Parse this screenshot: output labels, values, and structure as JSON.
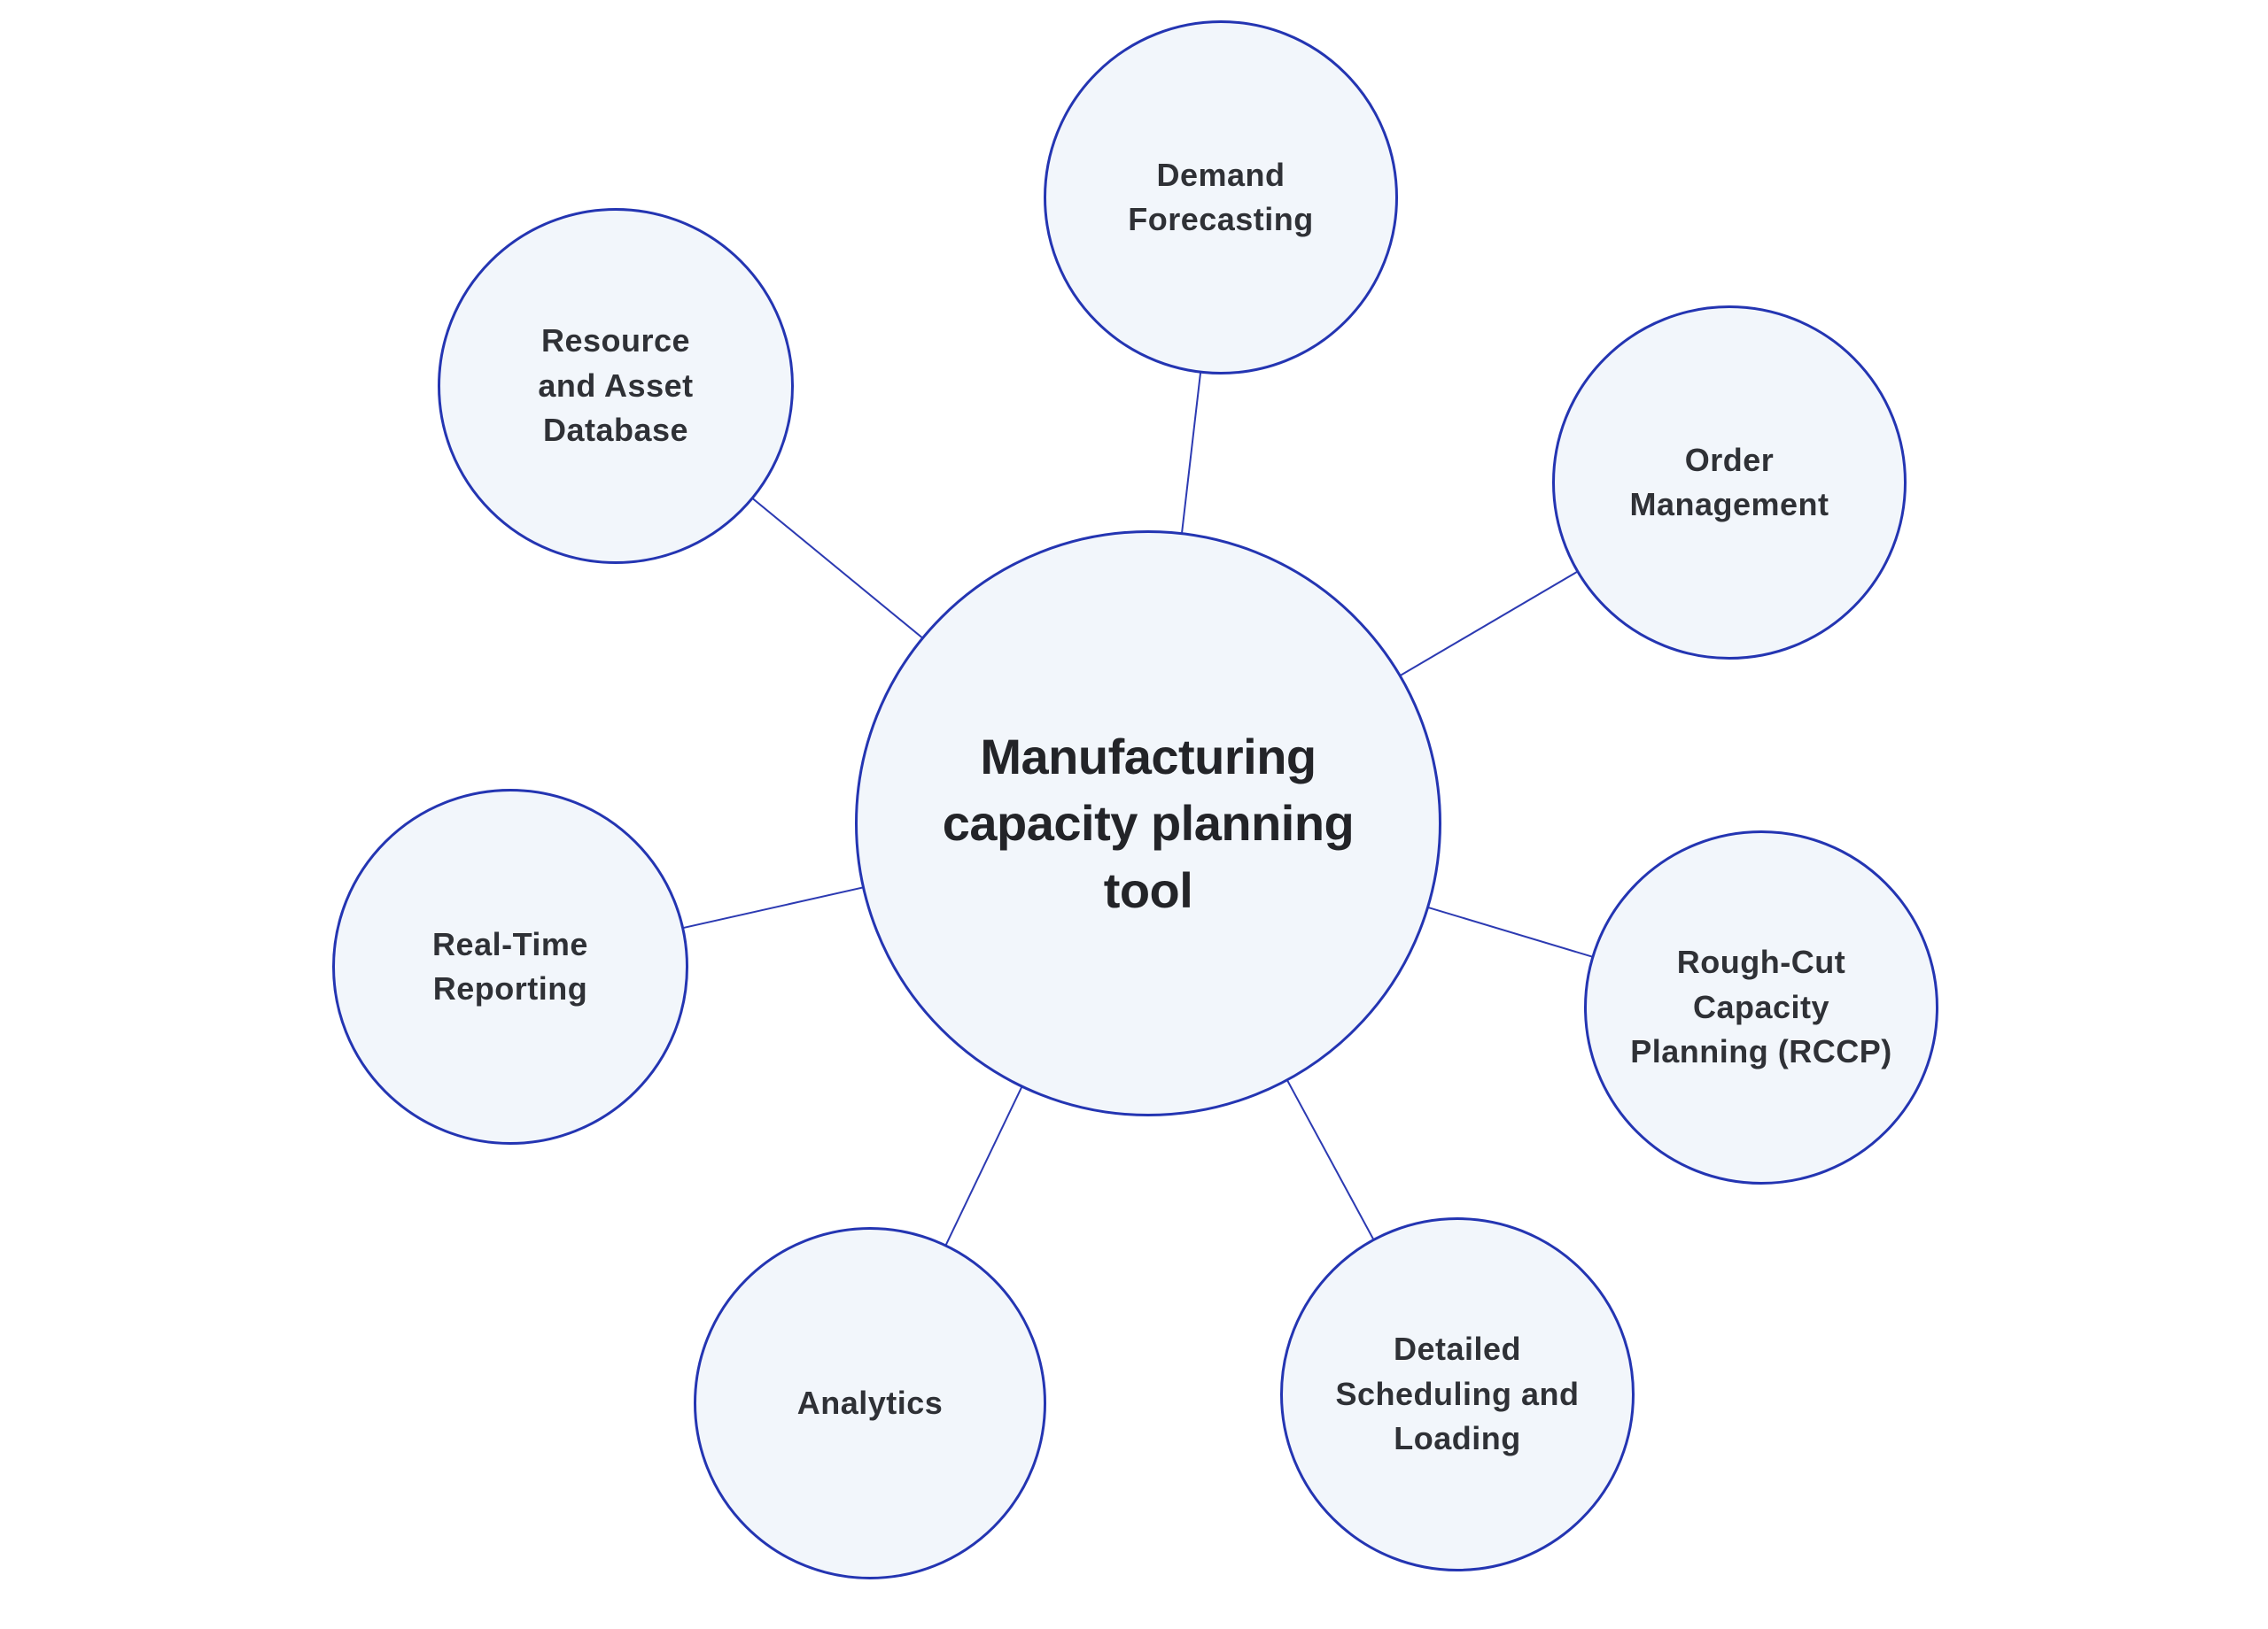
{
  "title": "Manufacturing capacity planning tool",
  "colors": {
    "background": "#ffffff",
    "node_fill": "#f2f6fb",
    "node_border": "#2435b2",
    "connector": "#2c3ab2",
    "center_text": "#232428",
    "node_text": "#2f3136"
  },
  "diagram": {
    "center": {
      "label": "Manufacturing\ncapacity planning\ntool"
    },
    "nodes": [
      {
        "id": "demand-forecasting",
        "label": "Demand\nForecasting"
      },
      {
        "id": "order-management",
        "label": "Order\nManagement"
      },
      {
        "id": "rough-cut-capacity-planning",
        "label": "Rough-Cut\nCapacity\nPlanning (RCCP)"
      },
      {
        "id": "detailed-scheduling-and-loading",
        "label": "Detailed\nScheduling and\nLoading"
      },
      {
        "id": "analytics",
        "label": "Analytics"
      },
      {
        "id": "real-time-reporting",
        "label": "Real-Time\nReporting"
      },
      {
        "id": "resource-and-asset-database",
        "label": "Resource\nand Asset\nDatabase"
      }
    ]
  }
}
